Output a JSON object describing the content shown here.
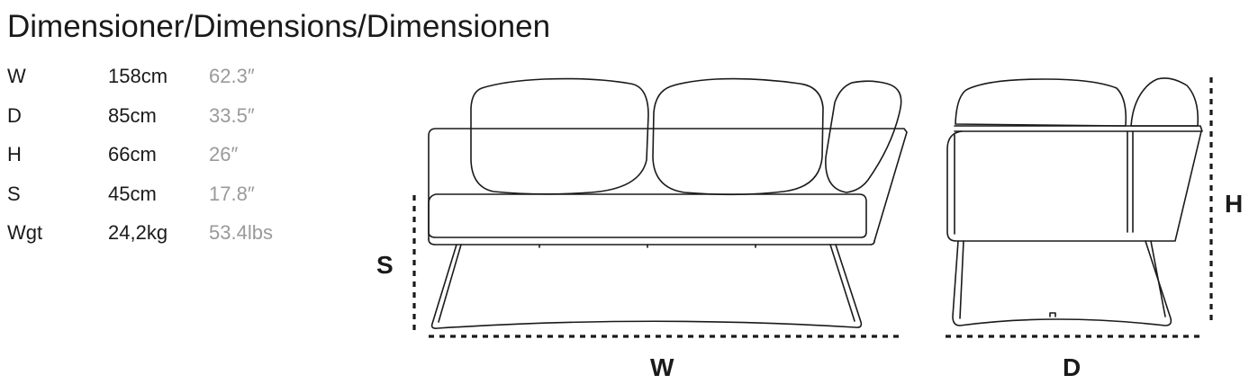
{
  "title": "Dimensioner/Dimensions/Dimensionen",
  "specs": [
    {
      "key": "W",
      "metric": "158cm",
      "imperial": "62.3″"
    },
    {
      "key": "D",
      "metric": "85cm",
      "imperial": "33.5″"
    },
    {
      "key": "H",
      "metric": "66cm",
      "imperial": "26″"
    },
    {
      "key": "S",
      "metric": "45cm",
      "imperial": "17.8″"
    },
    {
      "key": "Wgt",
      "metric": "24,2kg",
      "imperial": "53.4lbs"
    }
  ],
  "drawing_labels": {
    "seat": "S",
    "width": "W",
    "height": "H",
    "depth": "D"
  },
  "colors": {
    "text": "#1a1a1a",
    "imperial": "#9a9a9a",
    "line": "#1a1a1a"
  }
}
